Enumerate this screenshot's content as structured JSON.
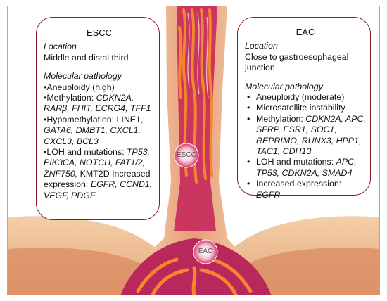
{
  "escc": {
    "title": "ESCC",
    "location_heading": "Location",
    "location": "Middle and distal third",
    "pathology_heading": "Molecular pathology",
    "items": [
      {
        "lead": "•Aneuploidy (high)",
        "italic": ""
      },
      {
        "lead": "•Methylation: ",
        "italic": "CDKN2A, RARβ, FHIT, ECRG4, TFF1"
      },
      {
        "lead": "•Hypomethylation: LINE1, ",
        "italic": "GATA6, DMBT1, CXCL1, CXCL3, BCL3"
      },
      {
        "lead": "•LOH and mutations: ",
        "italic": "TP53, PIK3CA, NOTCH, FAT1/2, ZNF750, ",
        "mid": "KMT2D Increased expression: ",
        "italic2": "EGFR, CCND1, VEGF, PDGF"
      }
    ],
    "marker": "ESCC"
  },
  "eac": {
    "title": "EAC",
    "location_heading": "Location",
    "location": "Close to gastroesophageal junction",
    "pathology_heading": "Molecular pathology",
    "items": [
      {
        "lead": "Aneuploidy (moderate)",
        "italic": ""
      },
      {
        "lead": "Microsatellite instability",
        "italic": ""
      },
      {
        "lead": "Methylation: ",
        "italic": "CDKN2A, APC, SFRP, ESR1, SOC1, REPRIMO, RUNX3, HPP1, TAC1, CDH13"
      },
      {
        "lead": "LOH and mutations: ",
        "italic": "APC, TP53, CDKN2A, SMAD4"
      },
      {
        "lead": "Increased expression: ",
        "italic": "EGFR"
      }
    ],
    "marker": "EAC"
  }
}
